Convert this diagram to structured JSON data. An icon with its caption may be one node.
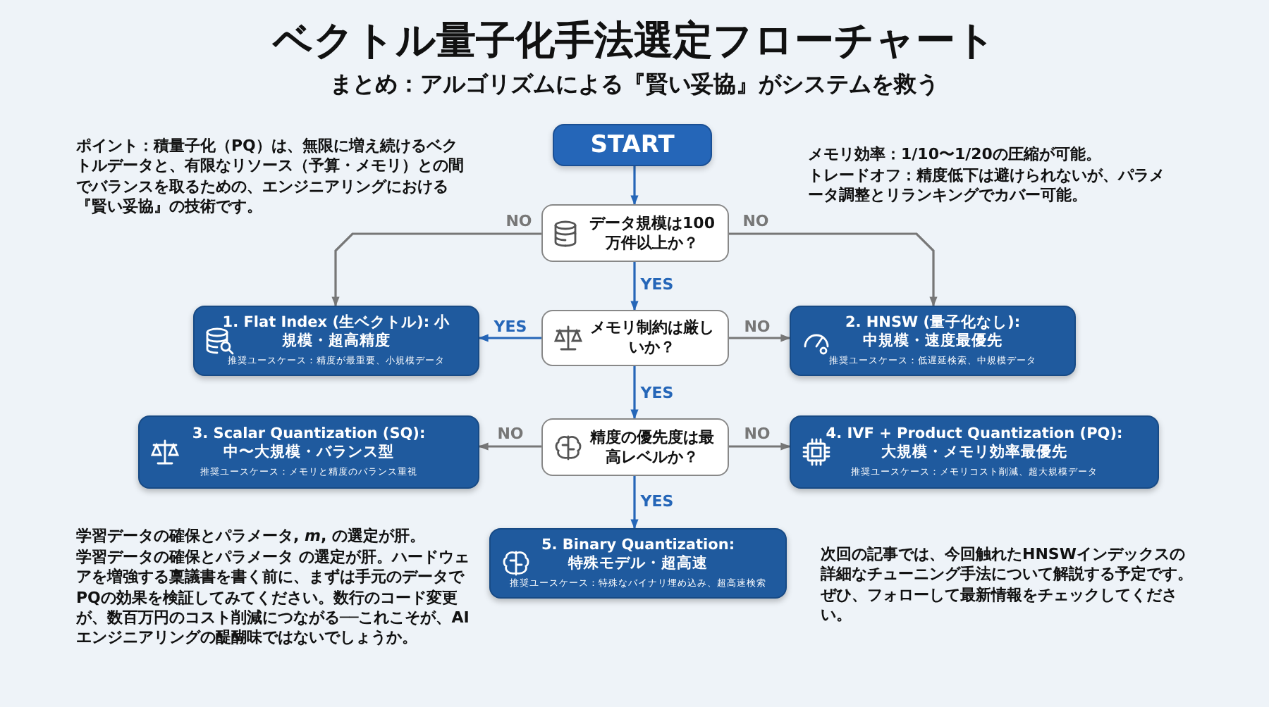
{
  "diagram": {
    "title": "ベクトル量子化手法選定フローチャート",
    "nodes": [
      {
        "text": [
          "START"
        ]
      },
      {
        "text": [
          "データ規模は100万件以上か？"
        ]
      },
      {
        "text": [
          "1. Flat Index (生ベクトル): 小規模・超高精度",
          "推奨ユースケース：精度が最重要、小規模データ"
        ]
      },
      {
        "text": [
          "2. HNSW (量子化なし): 中規模・速度最優先",
          "推奨ユースケース：低遅延検索、中規模データ"
        ]
      },
      {
        "text": [
          "メモリ制約は厳しいか？"
        ]
      },
      {
        "text": [
          "3. Scalar Quantization (SQ): 中〜大規模・バランス型",
          "推奨ユースケース：メモリと精度のバランス重視"
        ]
      },
      {
        "text": [
          "精度の優先度は最高レベルか？"
        ]
      },
      {
        "text": [
          "4. IVF + Product Quantization (PQ): 大規模・メモリ効率最優先",
          "推奨ユースケース：メモリコスト削減、超大規模データ"
        ]
      },
      {
        "text": [
          "5. Binary Quantization: 特殊モデル・超高速",
          "推奨ユースケース：特殊なバイナリ埋め込み、超高速検索"
        ]
      }
    ],
    "edges": [
      {
        "from": 0,
        "to": 1,
        "arrow": "to"
      },
      {
        "from": 1,
        "to": 2,
        "arrow": "to",
        "label": "NO",
        "color": "#777777"
      },
      {
        "from": 1,
        "to": 3,
        "arrow": "to",
        "label": "NO",
        "color": "#777777"
      },
      {
        "from": 1,
        "to": 4,
        "arrow": "to",
        "label": "YES"
      },
      {
        "from": 4,
        "to": 2,
        "arrow": "to",
        "label": "YES"
      },
      {
        "from": 4,
        "to": 3,
        "arrow": "to",
        "label": "NO",
        "color": "#777777"
      },
      {
        "from": 4,
        "to": 6,
        "arrow": "to",
        "label": "YES"
      },
      {
        "from": 6,
        "to": 5,
        "arrow": "to",
        "label": "NO",
        "color": "#777777"
      },
      {
        "from": 6,
        "to": 7,
        "arrow": "to",
        "label": "NO",
        "color": "#777777"
      },
      {
        "from": 6,
        "to": 8,
        "arrow": "to",
        "label": "YES"
      }
    ],
    "labels": [
      "まとめ：アルゴリズムによる『賢い妥協』がシステムを救う",
      "ポイント：積量子化（PQ）は、無限に増え続けるベクトルデータと、有限なリソース（予算・メモリ）との間でバランスを取るための、エンジニアリングにおける『賢い妥協』の技術です。",
      "メモリ効率：1/10〜1/20の圧縮が可能。",
      "トレードオフ：精度低下は避けられないが、パラメータ調整とリランキングでカバー可能。",
      "学習データの確保とパラメータ, *m*, の選定が肝。",
      "学習データの確保とパラメータ の選定が肝。ハードウェアを増強する稟議書を書く前に、まずは手元のデータでPQの効果を検証してみてください。数行のコード変更が、数百万円のコスト削減につながる──これこそが、AIエンジニアリングの醍醐味ではないでしょうか。",
      "次回の記事では、今回触れたHNSWインデックスの詳細なチューニング手法について解説する予定です。ぜひ、フォローして最新情報をチェックしてください。"
    ]
  }
}
